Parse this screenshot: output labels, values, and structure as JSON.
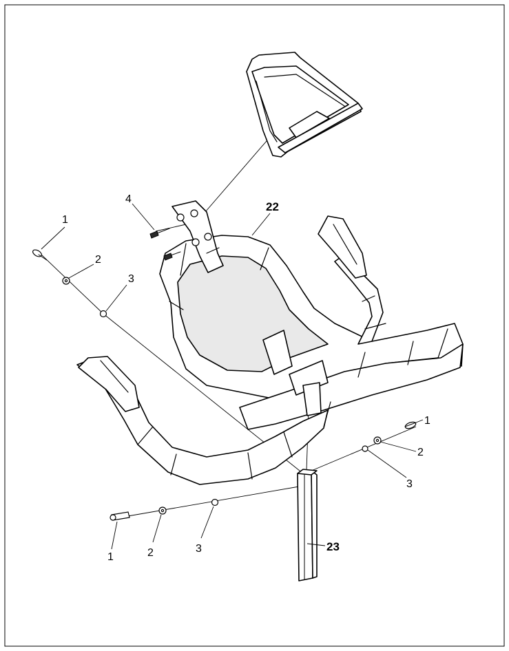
{
  "callouts": {
    "handlebar": "22",
    "post": "23",
    "bolt_top_left": "1",
    "washer_top_left": "2",
    "nut_top_left": "3",
    "screws_bracket": "4",
    "bolt_right": "1",
    "washer_right": "2",
    "nut_right": "3",
    "bolt_bottom": "1",
    "washer_bottom": "2",
    "nut_bottom": "3"
  }
}
